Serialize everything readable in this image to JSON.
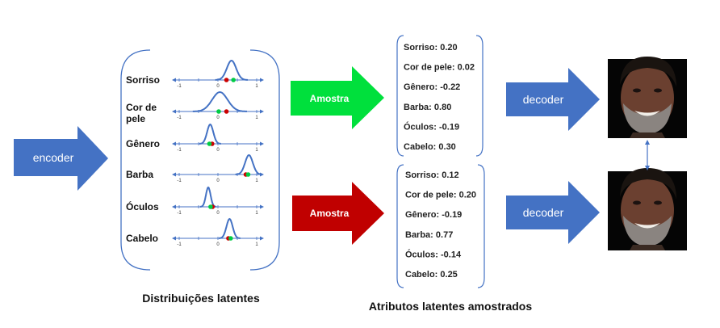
{
  "encoder_label": "encoder",
  "decoder_labels": [
    "decoder",
    "decoder"
  ],
  "amostra_top": "Amostra",
  "amostra_bottom": "Amostra",
  "distributions_caption": "Distribuições latentes",
  "sampled_caption": "Atributos latentes amostrados",
  "colors": {
    "blue_arrow": "#4472c4",
    "green_arrow": "#00e03c",
    "red_arrow": "#c00000",
    "curve": "#4472c4",
    "point_green": "#00cc44",
    "point_red": "#cc0000"
  },
  "tick_labels": [
    "-1",
    "0",
    "1"
  ],
  "distributions": [
    {
      "label": "Sorriso",
      "mean": 0.35,
      "sigma": 0.12,
      "green": 0.4,
      "red": 0.22
    },
    {
      "label": "Cor de pele",
      "mean": 0.05,
      "sigma": 0.2,
      "green": 0.02,
      "red": 0.22
    },
    {
      "label": "Gênero",
      "mean": -0.2,
      "sigma": 0.08,
      "green": -0.22,
      "red": -0.15
    },
    {
      "label": "Barba",
      "mean": 0.8,
      "sigma": 0.1,
      "green": 0.78,
      "red": 0.72
    },
    {
      "label": "Óculos",
      "mean": -0.25,
      "sigma": 0.06,
      "green": -0.19,
      "red": -0.14
    },
    {
      "label": "Cabelo",
      "mean": 0.3,
      "sigma": 0.08,
      "green": 0.33,
      "red": 0.27
    }
  ],
  "samples_top": [
    "Sorriso: 0.20",
    "Cor de pele: 0.02",
    "Gênero: -0.22",
    "Barba: 0.80",
    "Óculos: -0.19",
    "Cabelo: 0.30"
  ],
  "samples_bottom": [
    "Sorriso: 0.12",
    "Cor de pele: 0.20",
    "Gênero: -0.19",
    "Barba: 0.77",
    "Óculos: -0.14",
    "Cabelo: 0.25"
  ]
}
